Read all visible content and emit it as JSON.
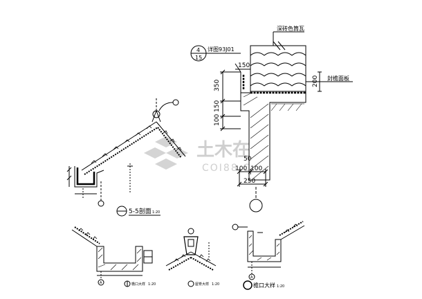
{
  "drawing": {
    "detail_main": {
      "callout_top": "4",
      "callout_bottom": "15",
      "ref_note": "详图93J01",
      "note_roof": "深砖色筒瓦",
      "note_board": "封檐面板",
      "dims": {
        "d150_top": "150",
        "d350": "350",
        "d150_mid": "150",
        "d100_left": "100",
        "d200_right": "200",
        "d50": "50",
        "d100_a": "100",
        "d100_b": "100",
        "d250": "250"
      }
    },
    "section_55": {
      "title": "5-5剖面",
      "scale": "1:20",
      "bubble_top": "",
      "bubble_bottom": ""
    },
    "detail_small_1": {
      "title": "檐口大样",
      "scale": "1:20",
      "axis": "A"
    },
    "detail_small_2": {
      "title": "屋脊大样",
      "scale": "1:20"
    },
    "detail_small_3": {
      "title": "檐口大样",
      "scale": "1:20",
      "axis": "A"
    },
    "watermark": {
      "main": "土木在线",
      "sub": "COI88.COM"
    },
    "colors": {
      "line": "#000000",
      "watermark": "#cfcfcf",
      "background": "#ffffff"
    }
  }
}
